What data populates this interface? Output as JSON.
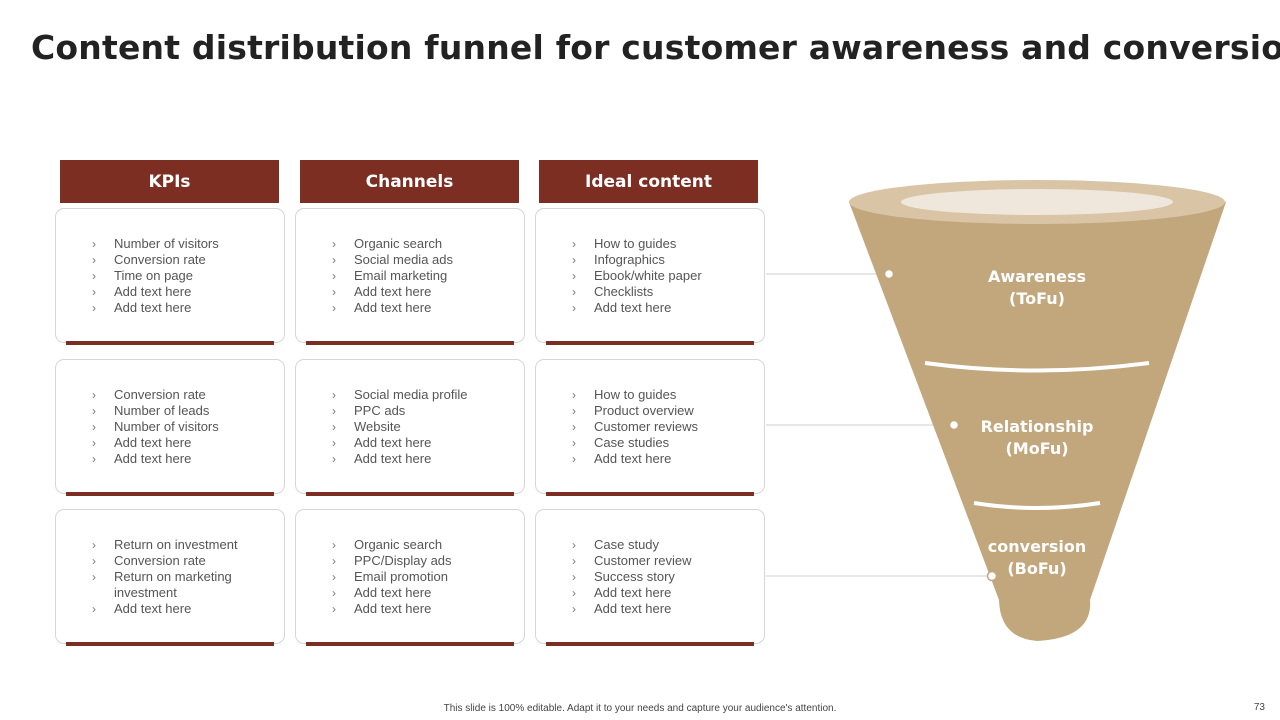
{
  "title": "Content distribution funnel for customer awareness and conversion",
  "colors": {
    "accent": "#7d2e22",
    "funnel": "#c2a67c",
    "funnel_rim": "#d9c4a5",
    "funnel_top": "#efe7dc",
    "connector": "#cfcfcf"
  },
  "bullet_icon": "chevron-right-icon",
  "columns": [
    {
      "header": "KPIs"
    },
    {
      "header": "Channels"
    },
    {
      "header": "Ideal content"
    }
  ],
  "rows": [
    {
      "cells": [
        [
          "Number of visitors",
          "Conversion  rate",
          "Time on page",
          "Add text here",
          "Add text here"
        ],
        [
          "Organic search",
          "Social media ads",
          "Email marketing",
          "Add text here",
          "Add text here"
        ],
        [
          "How to guides",
          "Infographics",
          "Ebook/white paper",
          "Checklists",
          "Add text here"
        ]
      ]
    },
    {
      "cells": [
        [
          "Conversion  rate",
          "Number of leads",
          "Number of visitors",
          "Add text here",
          "Add text here"
        ],
        [
          "Social media profile",
          "PPC ads",
          "Website",
          "Add text here",
          "Add text here"
        ],
        [
          "How to guides",
          "Product overview",
          "Customer reviews",
          "Case studies",
          "Add text here"
        ]
      ]
    },
    {
      "cells": [
        [
          "Return on investment",
          "Conversion  rate",
          "Return on marketing investment",
          "Add text here"
        ],
        [
          "Organic search",
          "PPC/Display ads",
          "Email promotion",
          "Add text here",
          "Add text here"
        ],
        [
          "Case study",
          "Customer review",
          "Success story",
          "Add text here",
          "Add text here"
        ]
      ]
    }
  ],
  "funnel": {
    "stages": [
      {
        "line1": "Awareness",
        "line2": "(ToFu)"
      },
      {
        "line1": "Relationship",
        "line2": "(MoFu)"
      },
      {
        "line1": "conversion",
        "line2": "(BoFu)"
      }
    ]
  },
  "footer": "This slide is 100% editable. Adapt it to your needs and capture your audience's attention.",
  "page_number": "73"
}
